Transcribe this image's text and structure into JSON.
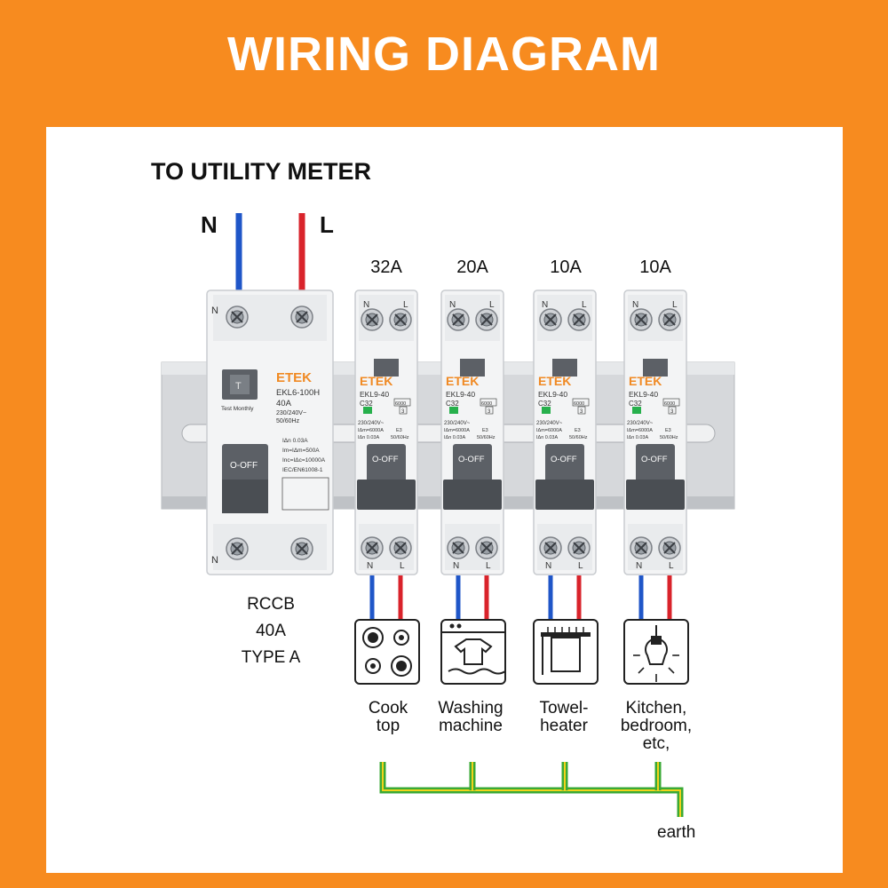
{
  "banner": {
    "title": "WIRING DIAGRAM"
  },
  "source": {
    "label": "TO UTILITY METER",
    "neutral": "N",
    "live": "L"
  },
  "rccb": {
    "brand": "ETEK",
    "model": "EKL6-100H",
    "current": "40A",
    "voltage": "230/240V~",
    "freq": "50/60Hz",
    "test_label": "Test Monthly",
    "test_btn": "T",
    "spec1": "IΔn 0.03A",
    "spec2": "Im=IΔm=500A",
    "spec3": "Inc=IΔc=10000A",
    "standard": "IEC/EN61008-1",
    "handle": "O-OFF",
    "terminal_n": "N",
    "caption": [
      "RCCB",
      "40A",
      "TYPE A"
    ]
  },
  "breakers": [
    {
      "rating": "32A",
      "brand": "ETEK",
      "model": "EKL9-40",
      "curve": "C32",
      "cap": "6000",
      "cls": "3",
      "v": "230/240V~",
      "s1": "IΔm=6000A",
      "s2": "E3",
      "s3": "IΔn 0.03A",
      "s4": "50/60Hz",
      "handle": "O-OFF",
      "n": "N",
      "l": "L",
      "load": [
        "Cook",
        "top"
      ]
    },
    {
      "rating": "20A",
      "brand": "ETEK",
      "model": "EKL9-40",
      "curve": "C32",
      "cap": "6000",
      "cls": "3",
      "v": "230/240V~",
      "s1": "IΔm=6000A",
      "s2": "E3",
      "s3": "IΔn 0.03A",
      "s4": "50/60Hz",
      "handle": "O-OFF",
      "n": "N",
      "l": "L",
      "load": [
        "Washing",
        "machine"
      ]
    },
    {
      "rating": "10A",
      "brand": "ETEK",
      "model": "EKL9-40",
      "curve": "C32",
      "cap": "6000",
      "cls": "3",
      "v": "230/240V~",
      "s1": "IΔm=6000A",
      "s2": "E3",
      "s3": "IΔn 0.03A",
      "s4": "50/60Hz",
      "handle": "O-OFF",
      "n": "N",
      "l": "L",
      "load": [
        "Towel-",
        "heater"
      ]
    },
    {
      "rating": "10A",
      "brand": "ETEK",
      "model": "EKL9-40",
      "curve": "C32",
      "cap": "6000",
      "cls": "3",
      "v": "230/240V~",
      "s1": "IΔm=6000A",
      "s2": "E3",
      "s3": "IΔn 0.03A",
      "s4": "50/60Hz",
      "handle": "O-OFF",
      "n": "N",
      "l": "L",
      "load": [
        "Kitchen,",
        "bedroom,",
        "etc,"
      ]
    }
  ],
  "earth": {
    "label": "earth"
  },
  "colors": {
    "background": "#f78b1f",
    "neutral": "#1f56c8",
    "live": "#d9232b",
    "earth_green": "#3aa935",
    "earth_yellow": "#f2d21b",
    "brand": "#f08a24"
  },
  "icons": [
    "cooktop-icon",
    "washing-machine-icon",
    "towel-heater-icon",
    "light-bulb-icon"
  ]
}
